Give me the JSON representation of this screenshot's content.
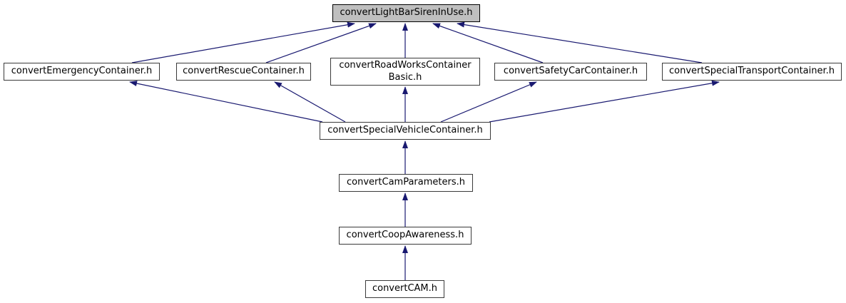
{
  "graph": {
    "type": "include-dependency-graph",
    "nodes": [
      {
        "id": "lightbar",
        "label": "convertLightBarSirenInUse.h",
        "highlighted": true
      },
      {
        "id": "emergency",
        "label": "convertEmergencyContainer.h"
      },
      {
        "id": "rescue",
        "label": "convertRescueContainer.h"
      },
      {
        "id": "roadworks",
        "label": "convertRoadWorksContainer\nBasic.h"
      },
      {
        "id": "safetycar",
        "label": "convertSafetyCarContainer.h"
      },
      {
        "id": "specialtransport",
        "label": "convertSpecialTransportContainer.h"
      },
      {
        "id": "specialvehicle",
        "label": "convertSpecialVehicleContainer.h"
      },
      {
        "id": "camparameters",
        "label": "convertCamParameters.h"
      },
      {
        "id": "coopawareness",
        "label": "convertCoopAwareness.h"
      },
      {
        "id": "cam",
        "label": "convertCAM.h"
      }
    ],
    "edges": [
      {
        "from": "convertEmergencyContainer.h",
        "to": "convertLightBarSirenInUse.h"
      },
      {
        "from": "convertRescueContainer.h",
        "to": "convertLightBarSirenInUse.h"
      },
      {
        "from": "convertRoadWorksContainerBasic.h",
        "to": "convertLightBarSirenInUse.h"
      },
      {
        "from": "convertSafetyCarContainer.h",
        "to": "convertLightBarSirenInUse.h"
      },
      {
        "from": "convertSpecialTransportContainer.h",
        "to": "convertLightBarSirenInUse.h"
      },
      {
        "from": "convertSpecialVehicleContainer.h",
        "to": "convertEmergencyContainer.h"
      },
      {
        "from": "convertSpecialVehicleContainer.h",
        "to": "convertRescueContainer.h"
      },
      {
        "from": "convertSpecialVehicleContainer.h",
        "to": "convertRoadWorksContainerBasic.h"
      },
      {
        "from": "convertSpecialVehicleContainer.h",
        "to": "convertSafetyCarContainer.h"
      },
      {
        "from": "convertSpecialVehicleContainer.h",
        "to": "convertSpecialTransportContainer.h"
      },
      {
        "from": "convertCamParameters.h",
        "to": "convertSpecialVehicleContainer.h"
      },
      {
        "from": "convertCoopAwareness.h",
        "to": "convertCamParameters.h"
      },
      {
        "from": "convertCAM.h",
        "to": "convertCoopAwareness.h"
      }
    ],
    "colors": {
      "edge": "#191970",
      "node_fill": "#ffffff",
      "node_border": "#3a3a3a",
      "highlight_fill": "#bfbfbf",
      "highlight_border": "#000000",
      "background": "#ffffff"
    }
  }
}
